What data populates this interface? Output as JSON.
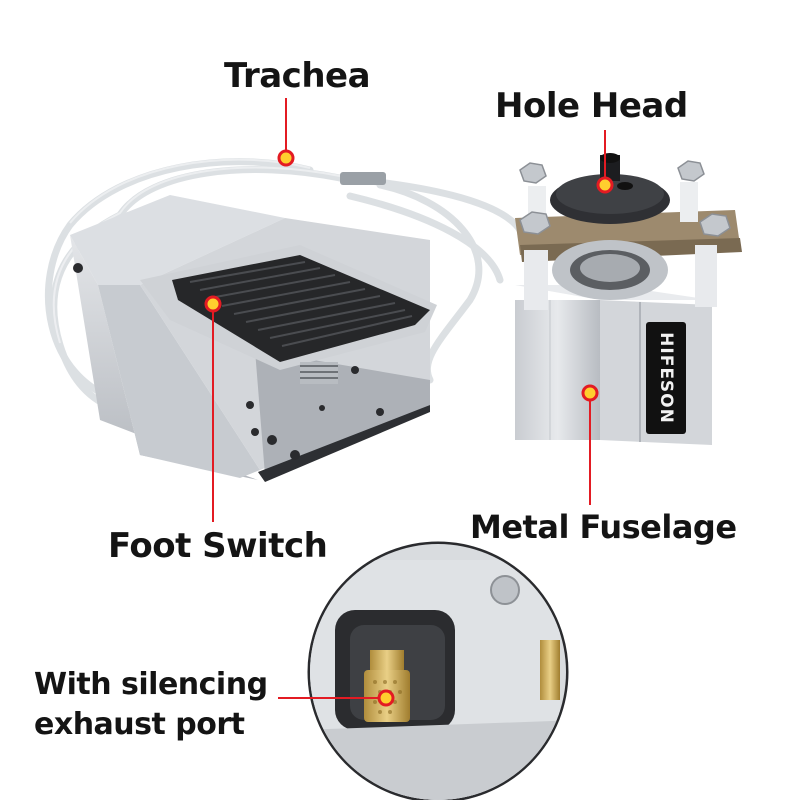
{
  "labels": {
    "trachea": "Trachea",
    "hole_head": "Hole Head",
    "foot_switch": "Foot Switch",
    "metal_fuselage": "Metal Fuselage",
    "silencing_line1": "With silencing",
    "silencing_line2": "exhaust port"
  },
  "brand": {
    "name": "HIFESON"
  },
  "colors": {
    "marker": "#e31b23",
    "leader_line": "#e31b23",
    "label_text": "#141414"
  }
}
